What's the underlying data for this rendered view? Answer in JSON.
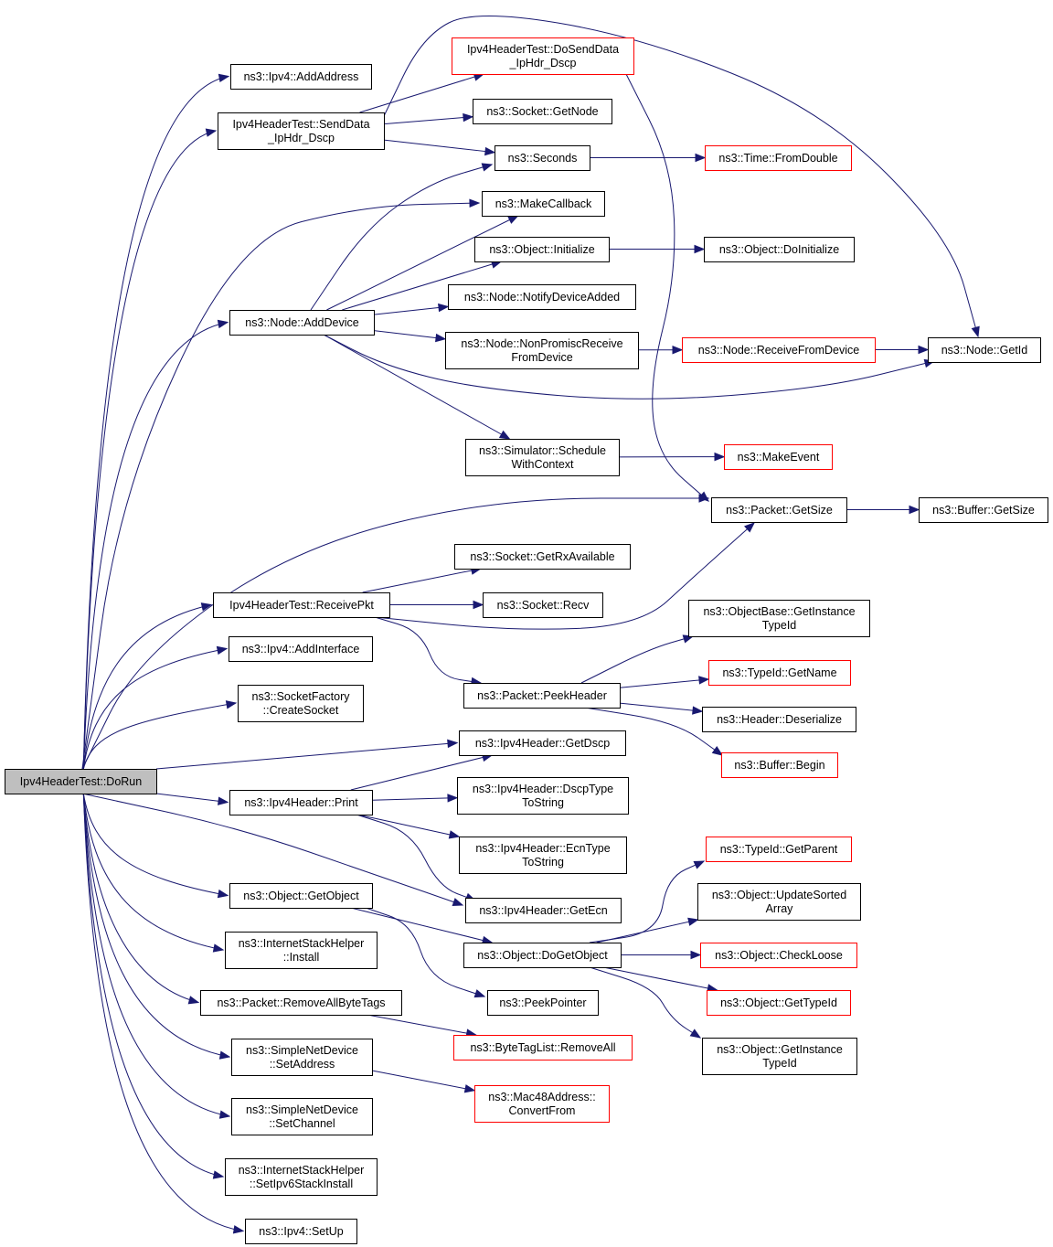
{
  "nodes": [
    {
      "id": "root",
      "lines": [
        "Ipv4HeaderTest::DoRun"
      ],
      "style": "root"
    },
    {
      "id": "addAddress",
      "lines": [
        "ns3::Ipv4::AddAddress"
      ],
      "style": "black"
    },
    {
      "id": "sendData",
      "lines": [
        "Ipv4HeaderTest::SendData",
        "_IpHdr_Dscp"
      ],
      "style": "black"
    },
    {
      "id": "doSendData",
      "lines": [
        "Ipv4HeaderTest::DoSendData",
        "_IpHdr_Dscp"
      ],
      "style": "red"
    },
    {
      "id": "getNode",
      "lines": [
        "ns3::Socket::GetNode"
      ],
      "style": "black"
    },
    {
      "id": "seconds",
      "lines": [
        "ns3::Seconds"
      ],
      "style": "black"
    },
    {
      "id": "fromDouble",
      "lines": [
        "ns3::Time::FromDouble"
      ],
      "style": "red"
    },
    {
      "id": "makeCallback",
      "lines": [
        "ns3::MakeCallback"
      ],
      "style": "black"
    },
    {
      "id": "initialize",
      "lines": [
        "ns3::Object::Initialize"
      ],
      "style": "black"
    },
    {
      "id": "doInitialize",
      "lines": [
        "ns3::Object::DoInitialize"
      ],
      "style": "black"
    },
    {
      "id": "addDevice",
      "lines": [
        "ns3::Node::AddDevice"
      ],
      "style": "black"
    },
    {
      "id": "notifyDeviceAdded",
      "lines": [
        "ns3::Node::NotifyDeviceAdded"
      ],
      "style": "black"
    },
    {
      "id": "nonPromisc",
      "lines": [
        "ns3::Node::NonPromiscReceive",
        "FromDevice"
      ],
      "style": "black"
    },
    {
      "id": "receiveFromDevice",
      "lines": [
        "ns3::Node::ReceiveFromDevice"
      ],
      "style": "red"
    },
    {
      "id": "getId",
      "lines": [
        "ns3::Node::GetId"
      ],
      "style": "black"
    },
    {
      "id": "scheduleWithContext",
      "lines": [
        "ns3::Simulator::Schedule",
        "WithContext"
      ],
      "style": "black"
    },
    {
      "id": "makeEvent",
      "lines": [
        "ns3::MakeEvent"
      ],
      "style": "red"
    },
    {
      "id": "packetGetSize",
      "lines": [
        "ns3::Packet::GetSize"
      ],
      "style": "black"
    },
    {
      "id": "bufferGetSize",
      "lines": [
        "ns3::Buffer::GetSize"
      ],
      "style": "black"
    },
    {
      "id": "getRxAvailable",
      "lines": [
        "ns3::Socket::GetRxAvailable"
      ],
      "style": "black"
    },
    {
      "id": "receivePkt",
      "lines": [
        "Ipv4HeaderTest::ReceivePkt"
      ],
      "style": "black"
    },
    {
      "id": "recv",
      "lines": [
        "ns3::Socket::Recv"
      ],
      "style": "black"
    },
    {
      "id": "getInstanceTypeIdBase",
      "lines": [
        "ns3::ObjectBase::GetInstance",
        "TypeId"
      ],
      "style": "black"
    },
    {
      "id": "addInterface",
      "lines": [
        "ns3::Ipv4::AddInterface"
      ],
      "style": "black"
    },
    {
      "id": "typeIdGetName",
      "lines": [
        "ns3::TypeId::GetName"
      ],
      "style": "red"
    },
    {
      "id": "peekHeader",
      "lines": [
        "ns3::Packet::PeekHeader"
      ],
      "style": "black"
    },
    {
      "id": "createSocket",
      "lines": [
        "ns3::SocketFactory",
        "::CreateSocket"
      ],
      "style": "black"
    },
    {
      "id": "deserialize",
      "lines": [
        "ns3::Header::Deserialize"
      ],
      "style": "black"
    },
    {
      "id": "getDscp",
      "lines": [
        "ns3::Ipv4Header::GetDscp"
      ],
      "style": "black"
    },
    {
      "id": "bufferBegin",
      "lines": [
        "ns3::Buffer::Begin"
      ],
      "style": "red"
    },
    {
      "id": "print",
      "lines": [
        "ns3::Ipv4Header::Print"
      ],
      "style": "black"
    },
    {
      "id": "dscpTypeToString",
      "lines": [
        "ns3::Ipv4Header::DscpType",
        "ToString"
      ],
      "style": "black"
    },
    {
      "id": "ecnTypeToString",
      "lines": [
        "ns3::Ipv4Header::EcnType",
        "ToString"
      ],
      "style": "black"
    },
    {
      "id": "getParent",
      "lines": [
        "ns3::TypeId::GetParent"
      ],
      "style": "red"
    },
    {
      "id": "getObject",
      "lines": [
        "ns3::Object::GetObject"
      ],
      "style": "black"
    },
    {
      "id": "updateSortedArray",
      "lines": [
        "ns3::Object::UpdateSorted",
        "Array"
      ],
      "style": "black"
    },
    {
      "id": "getEcn",
      "lines": [
        "ns3::Ipv4Header::GetEcn"
      ],
      "style": "black"
    },
    {
      "id": "installStack",
      "lines": [
        "ns3::InternetStackHelper",
        "::Install"
      ],
      "style": "black"
    },
    {
      "id": "doGetObject",
      "lines": [
        "ns3::Object::DoGetObject"
      ],
      "style": "black"
    },
    {
      "id": "checkLoose",
      "lines": [
        "ns3::Object::CheckLoose"
      ],
      "style": "red"
    },
    {
      "id": "removeAllByteTags",
      "lines": [
        "ns3::Packet::RemoveAllByteTags"
      ],
      "style": "black"
    },
    {
      "id": "peekPointer",
      "lines": [
        "ns3::PeekPointer"
      ],
      "style": "black"
    },
    {
      "id": "getTypeId",
      "lines": [
        "ns3::Object::GetTypeId"
      ],
      "style": "red"
    },
    {
      "id": "setAddress",
      "lines": [
        "ns3::SimpleNetDevice",
        "::SetAddress"
      ],
      "style": "black"
    },
    {
      "id": "removeAll",
      "lines": [
        "ns3::ByteTagList::RemoveAll"
      ],
      "style": "red"
    },
    {
      "id": "getInstanceTypeIdObj",
      "lines": [
        "ns3::Object::GetInstance",
        "TypeId"
      ],
      "style": "black"
    },
    {
      "id": "convertFrom",
      "lines": [
        "ns3::Mac48Address::",
        "ConvertFrom"
      ],
      "style": "red"
    },
    {
      "id": "setChannel",
      "lines": [
        "ns3::SimpleNetDevice",
        "::SetChannel"
      ],
      "style": "black"
    },
    {
      "id": "setIpv6StackInstall",
      "lines": [
        "ns3::InternetStackHelper",
        "::SetIpv6StackInstall"
      ],
      "style": "black"
    },
    {
      "id": "setUp",
      "lines": [
        "ns3::Ipv4::SetUp"
      ],
      "style": "black"
    }
  ],
  "edges": [
    [
      "root",
      "addAddress"
    ],
    [
      "root",
      "sendData"
    ],
    [
      "root",
      "makeCallback"
    ],
    [
      "root",
      "addDevice"
    ],
    [
      "root",
      "packetGetSize"
    ],
    [
      "root",
      "receivePkt"
    ],
    [
      "root",
      "addInterface"
    ],
    [
      "root",
      "createSocket"
    ],
    [
      "root",
      "getDscp"
    ],
    [
      "root",
      "print"
    ],
    [
      "root",
      "getEcn"
    ],
    [
      "root",
      "getObject"
    ],
    [
      "root",
      "installStack"
    ],
    [
      "root",
      "removeAllByteTags"
    ],
    [
      "root",
      "setAddress"
    ],
    [
      "root",
      "setChannel"
    ],
    [
      "root",
      "setIpv6StackInstall"
    ],
    [
      "root",
      "setUp"
    ],
    [
      "sendData",
      "doSendData"
    ],
    [
      "sendData",
      "getNode"
    ],
    [
      "sendData",
      "seconds"
    ],
    [
      "sendData",
      "getId"
    ],
    [
      "doSendData",
      "packetGetSize"
    ],
    [
      "seconds",
      "fromDouble"
    ],
    [
      "addDevice",
      "seconds"
    ],
    [
      "addDevice",
      "makeCallback"
    ],
    [
      "addDevice",
      "initialize"
    ],
    [
      "addDevice",
      "notifyDeviceAdded"
    ],
    [
      "addDevice",
      "nonPromisc"
    ],
    [
      "addDevice",
      "getId"
    ],
    [
      "addDevice",
      "scheduleWithContext"
    ],
    [
      "initialize",
      "doInitialize"
    ],
    [
      "nonPromisc",
      "receiveFromDevice"
    ],
    [
      "receiveFromDevice",
      "getId"
    ],
    [
      "scheduleWithContext",
      "makeEvent"
    ],
    [
      "packetGetSize",
      "bufferGetSize"
    ],
    [
      "receivePkt",
      "getRxAvailable"
    ],
    [
      "receivePkt",
      "recv"
    ],
    [
      "receivePkt",
      "packetGetSize"
    ],
    [
      "receivePkt",
      "peekHeader"
    ],
    [
      "peekHeader",
      "getInstanceTypeIdBase"
    ],
    [
      "peekHeader",
      "typeIdGetName"
    ],
    [
      "peekHeader",
      "deserialize"
    ],
    [
      "peekHeader",
      "bufferBegin"
    ],
    [
      "print",
      "getDscp"
    ],
    [
      "print",
      "dscpTypeToString"
    ],
    [
      "print",
      "ecnTypeToString"
    ],
    [
      "print",
      "getEcn"
    ],
    [
      "getObject",
      "doGetObject"
    ],
    [
      "getObject",
      "peekPointer"
    ],
    [
      "doGetObject",
      "getParent"
    ],
    [
      "doGetObject",
      "updateSortedArray"
    ],
    [
      "doGetObject",
      "checkLoose"
    ],
    [
      "doGetObject",
      "getTypeId"
    ],
    [
      "doGetObject",
      "getInstanceTypeIdObj"
    ],
    [
      "removeAllByteTags",
      "removeAll"
    ],
    [
      "setAddress",
      "convertFrom"
    ]
  ]
}
